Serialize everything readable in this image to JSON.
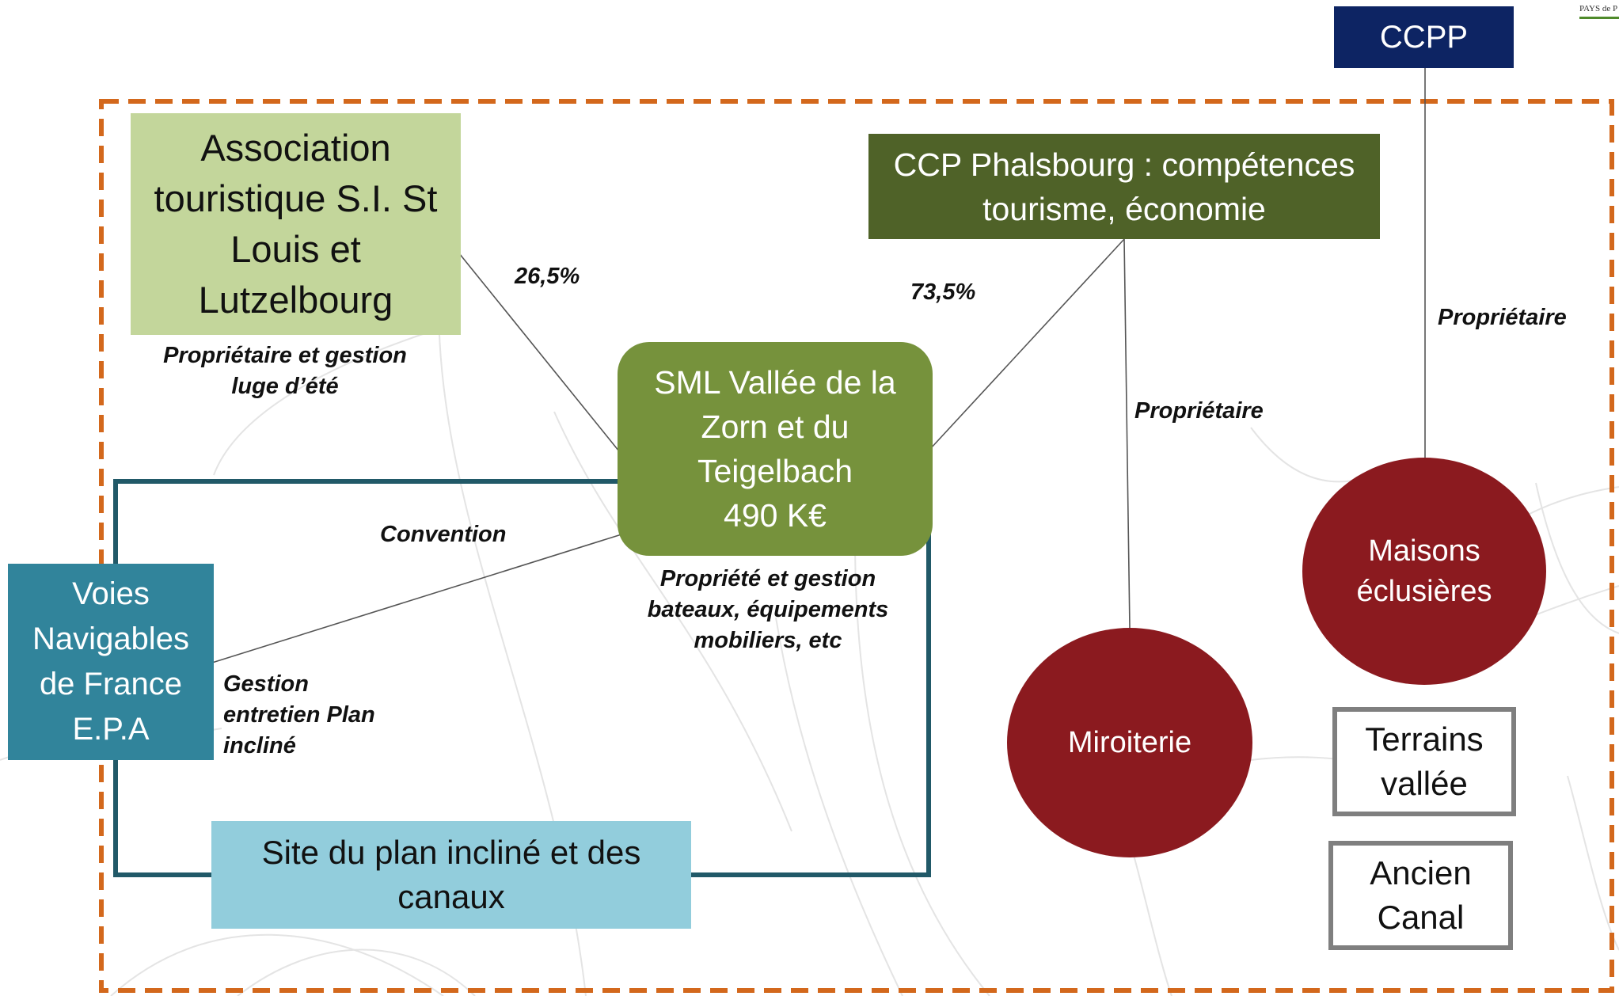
{
  "ccpp": "CCPP",
  "logo_text": "PAYS de P",
  "association": "Association\ntouristique S.I. St\nLouis et\nLutzelbourg",
  "association_role": "Propriétaire et gestion\nluge d’été",
  "ccp": "CCP Phalsbourg : compétences\ntourisme, économie",
  "sml": "SML Vallée de la\nZorn et du\nTeigelbach\n490 K€",
  "sml_role": "Propriété et gestion\nbateaux, équipements\nmobiliers, etc",
  "share_assoc": "26,5%",
  "share_ccp": "73,5%",
  "proprietaire_ccp": "Propriétaire",
  "proprietaire_ccpp": "Propriétaire",
  "vnf": "Voies\nNavigables\nde France\nE.P.A",
  "convention": "Convention",
  "vnf_role": "Gestion\nentretien Plan\nincliné",
  "site": "Site du plan incliné et des\ncanaux",
  "miroiterie": "Miroiterie",
  "maisons": "Maisons\néclusières",
  "terrains": "Terrains\nvallée",
  "ancien": "Ancien\nCanal",
  "colors": {
    "orange_dash": "#d3681c",
    "navy": "#0d2463",
    "light_green": "#c3d69b",
    "dark_green": "#4f6228",
    "mid_green": "#76923c",
    "teal": "#31849b",
    "light_blue": "#92cddc",
    "frame_teal": "#215968",
    "dark_red": "#8b1a1f",
    "gray_border": "#7f7f7f"
  }
}
